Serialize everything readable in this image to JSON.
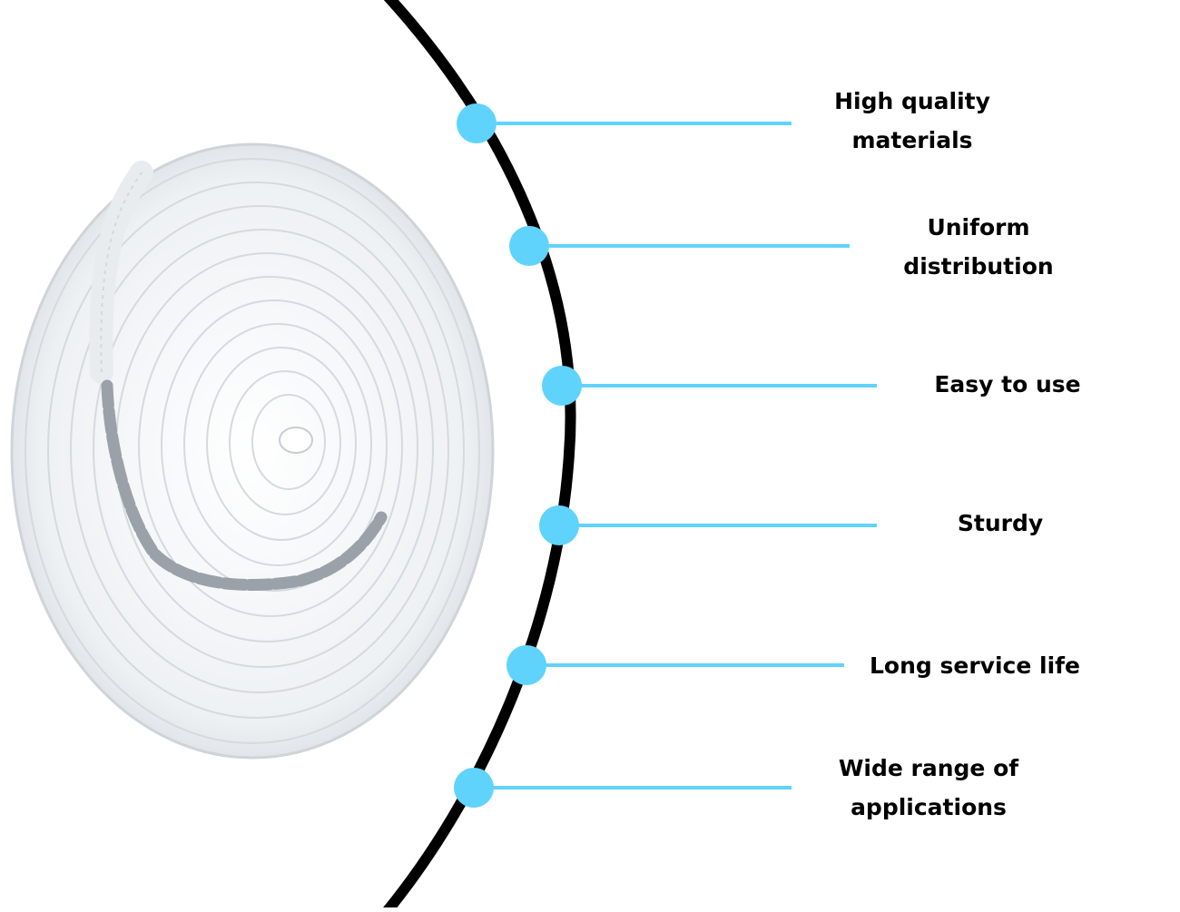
{
  "colors": {
    "background": "#ffffff",
    "arc": "#000000",
    "accent": "#5fd3fb",
    "text": "#000000",
    "rope": "#f1f3f5",
    "rope_shadow": "#c9ced3",
    "crimp_sleeves": "#9aa1a8"
  },
  "product": {
    "image_description_icon": "white-coiled-rope-icon"
  },
  "features": [
    {
      "id": "materials",
      "label": "High quality\nmaterials"
    },
    {
      "id": "distribution",
      "label": "Uniform\ndistribution"
    },
    {
      "id": "easy",
      "label": "Easy to use"
    },
    {
      "id": "sturdy",
      "label": "Sturdy"
    },
    {
      "id": "life",
      "label": "Long service life"
    },
    {
      "id": "applications",
      "label": "Wide range of\napplications"
    }
  ]
}
